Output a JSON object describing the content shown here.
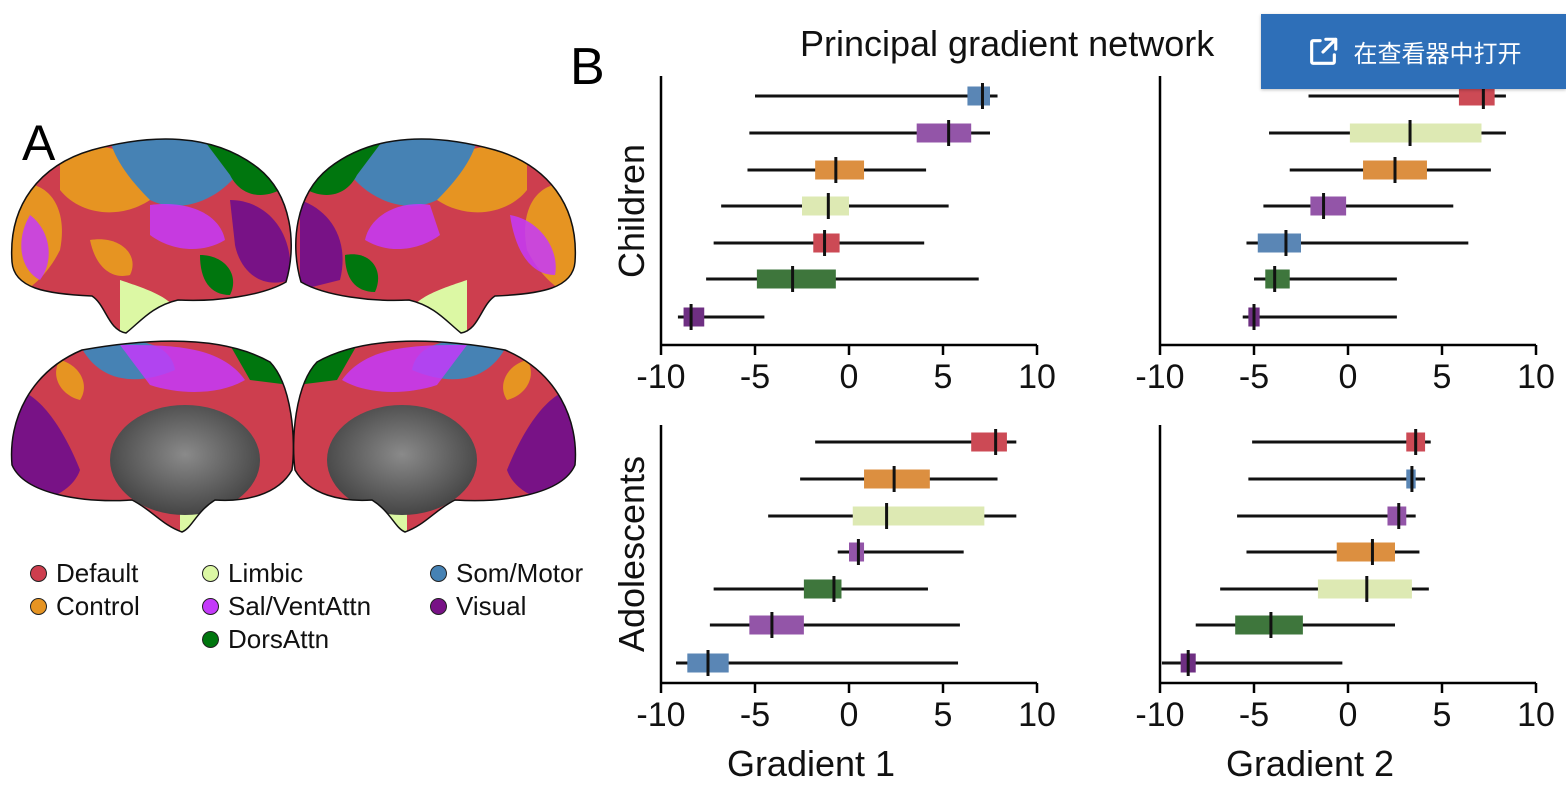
{
  "panel_labels": {
    "a": "A",
    "b": "B"
  },
  "title": "Principal gradient network",
  "viewer_button": {
    "label": "在查看器中打开",
    "icon": "external-link-icon"
  },
  "colors": {
    "Default": "#cd3e4e",
    "Control": "#e69422",
    "Limbic": "#dcf8a4",
    "Sal/VentAttn": "#c43afa",
    "DorsAttn": "#00760e",
    "Som/Motor": "#4682b4",
    "Visual": "#781286",
    "medial_wall": "#555555"
  },
  "legend": [
    {
      "label": "Default",
      "color": "#cd3e4e"
    },
    {
      "label": "Control",
      "color": "#e69422"
    },
    {
      "label": "Limbic",
      "color": "#dcf8a4"
    },
    {
      "label": "Sal/VentAttn",
      "color": "#c43afa"
    },
    {
      "label": "DorsAttn",
      "color": "#00760e"
    },
    {
      "label": "Som/Motor",
      "color": "#4682b4"
    },
    {
      "label": "Visual",
      "color": "#781286"
    }
  ],
  "chart_data": [
    {
      "type": "box",
      "row_label": "Children",
      "xlabel": "",
      "xlim": [
        -10,
        10
      ],
      "xticks": [
        -10,
        -5,
        0,
        5,
        10
      ],
      "xtick_labels": [
        "-10",
        "-5",
        "0",
        "5",
        "10"
      ],
      "boxes": [
        {
          "network": "Som/Motor",
          "color": "#5a86b5",
          "whisker_low": -5.0,
          "q1": 6.3,
          "median": 7.1,
          "q3": 7.5,
          "whisker_high": 7.9
        },
        {
          "network": "Sal/VentAttn",
          "color": "#9355a8",
          "whisker_low": -5.3,
          "q1": 3.6,
          "median": 5.3,
          "q3": 6.5,
          "whisker_high": 7.5
        },
        {
          "network": "Control",
          "color": "#dc8f40",
          "whisker_low": -5.4,
          "q1": -1.8,
          "median": -0.7,
          "q3": 0.8,
          "whisker_high": 4.1
        },
        {
          "network": "Limbic",
          "color": "#dde9b3",
          "whisker_low": -6.8,
          "q1": -2.5,
          "median": -1.1,
          "q3": 0.0,
          "whisker_high": 5.3
        },
        {
          "network": "Default",
          "color": "#cc4a55",
          "whisker_low": -7.2,
          "q1": -1.9,
          "median": -1.3,
          "q3": -0.5,
          "whisker_high": 4.0
        },
        {
          "network": "DorsAttn",
          "color": "#3e763c",
          "whisker_low": -7.6,
          "q1": -4.9,
          "median": -3.0,
          "q3": -0.7,
          "whisker_high": 6.9
        },
        {
          "network": "Visual",
          "color": "#6e2f82",
          "whisker_low": -9.1,
          "q1": -8.8,
          "median": -8.4,
          "q3": -7.7,
          "whisker_high": -4.5
        }
      ]
    },
    {
      "type": "box",
      "row_label": "Children",
      "xlabel": "",
      "xlim": [
        -10,
        10
      ],
      "xticks": [
        -10,
        -5,
        0,
        5,
        10
      ],
      "xtick_labels": [
        "-10",
        "-5",
        "0",
        "5",
        "10"
      ],
      "boxes": [
        {
          "network": "Default",
          "color": "#cc4a55",
          "whisker_low": -2.1,
          "q1": 5.9,
          "median": 7.2,
          "q3": 7.8,
          "whisker_high": 8.4
        },
        {
          "network": "Limbic",
          "color": "#dde9b3",
          "whisker_low": -4.2,
          "q1": 0.1,
          "median": 3.3,
          "q3": 7.1,
          "whisker_high": 8.4
        },
        {
          "network": "Control",
          "color": "#dc8f40",
          "whisker_low": -3.1,
          "q1": 0.8,
          "median": 2.5,
          "q3": 4.2,
          "whisker_high": 7.6
        },
        {
          "network": "Sal/VentAttn",
          "color": "#9355a8",
          "whisker_low": -4.5,
          "q1": -2.0,
          "median": -1.3,
          "q3": -0.1,
          "whisker_high": 5.6
        },
        {
          "network": "Som/Motor",
          "color": "#5a86b5",
          "whisker_low": -5.4,
          "q1": -4.8,
          "median": -3.3,
          "q3": -2.5,
          "whisker_high": 6.4
        },
        {
          "network": "DorsAttn",
          "color": "#3e763c",
          "whisker_low": -5.0,
          "q1": -4.4,
          "median": -3.9,
          "q3": -3.1,
          "whisker_high": 2.6
        },
        {
          "network": "Visual",
          "color": "#6e2f82",
          "whisker_low": -5.6,
          "q1": -5.3,
          "median": -5.0,
          "q3": -4.7,
          "whisker_high": 2.6
        }
      ]
    },
    {
      "type": "box",
      "row_label": "Adolescents",
      "xlabel": "Gradient 1",
      "xlim": [
        -10,
        10
      ],
      "xticks": [
        -10,
        -5,
        0,
        5,
        10
      ],
      "xtick_labels": [
        "-10",
        "-5",
        "0",
        "5",
        "10"
      ],
      "boxes": [
        {
          "network": "Default",
          "color": "#cc4a55",
          "whisker_low": -1.8,
          "q1": 6.5,
          "median": 7.8,
          "q3": 8.4,
          "whisker_high": 8.9
        },
        {
          "network": "Control",
          "color": "#dc8f40",
          "whisker_low": -2.6,
          "q1": 0.8,
          "median": 2.4,
          "q3": 4.3,
          "whisker_high": 7.9
        },
        {
          "network": "Limbic",
          "color": "#dde9b3",
          "whisker_low": -4.3,
          "q1": 0.2,
          "median": 2.0,
          "q3": 7.2,
          "whisker_high": 8.9
        },
        {
          "network": "Sal/VentAttn",
          "color": "#9355a8",
          "whisker_low": -0.6,
          "q1": 0.0,
          "median": 0.5,
          "q3": 0.8,
          "whisker_high": 6.1
        },
        {
          "network": "DorsAttn",
          "color": "#3e763c",
          "whisker_low": -7.2,
          "q1": -2.4,
          "median": -0.8,
          "q3": -0.4,
          "whisker_high": 4.2
        },
        {
          "network": "Sal/VentAttn",
          "color": "#9355a8",
          "whisker_low": -7.4,
          "q1": -5.3,
          "median": -4.1,
          "q3": -2.4,
          "whisker_high": 5.9
        },
        {
          "network": "Som/Motor",
          "color": "#5a86b5",
          "whisker_low": -9.2,
          "q1": -8.6,
          "median": -7.5,
          "q3": -6.4,
          "whisker_high": 5.8
        }
      ]
    },
    {
      "type": "box",
      "row_label": "Adolescents",
      "xlabel": "Gradient 2",
      "xlim": [
        -10,
        10
      ],
      "xticks": [
        -10,
        -5,
        0,
        5,
        10
      ],
      "xtick_labels": [
        "-10",
        "-5",
        "0",
        "5",
        "10"
      ],
      "boxes": [
        {
          "network": "Default",
          "color": "#cc4a55",
          "whisker_low": -5.1,
          "q1": 3.1,
          "median": 3.6,
          "q3": 4.1,
          "whisker_high": 4.4
        },
        {
          "network": "Som/Motor",
          "color": "#5a86b5",
          "whisker_low": -5.3,
          "q1": 3.1,
          "median": 3.4,
          "q3": 3.6,
          "whisker_high": 4.1
        },
        {
          "network": "Sal/VentAttn",
          "color": "#9355a8",
          "whisker_low": -5.9,
          "q1": 2.1,
          "median": 2.7,
          "q3": 3.1,
          "whisker_high": 3.6
        },
        {
          "network": "Control",
          "color": "#dc8f40",
          "whisker_low": -5.4,
          "q1": -0.6,
          "median": 1.3,
          "q3": 2.5,
          "whisker_high": 3.8
        },
        {
          "network": "Limbic",
          "color": "#dde9b3",
          "whisker_low": -6.8,
          "q1": -1.6,
          "median": 1.0,
          "q3": 3.4,
          "whisker_high": 4.3
        },
        {
          "network": "DorsAttn",
          "color": "#3e763c",
          "whisker_low": -8.1,
          "q1": -6.0,
          "median": -4.1,
          "q3": -2.4,
          "whisker_high": 2.5
        },
        {
          "network": "Visual",
          "color": "#6e2f82",
          "whisker_low": -9.9,
          "q1": -8.9,
          "median": -8.5,
          "q3": -8.1,
          "whisker_high": -0.3
        }
      ]
    }
  ]
}
